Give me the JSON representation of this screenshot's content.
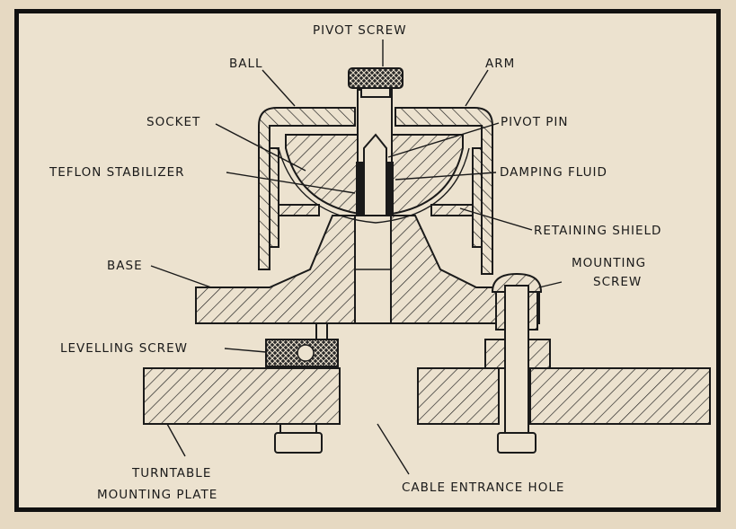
{
  "labels": {
    "pivot_screw": "PIVOT SCREW",
    "ball": "BALL",
    "arm": "ARM",
    "socket": "SOCKET",
    "pivot_pin": "PIVOT PIN",
    "teflon_stabilizer": "TEFLON STABILIZER",
    "damping_fluid": "DAMPING FLUID",
    "retaining_shield": "RETAINING SHIELD",
    "base": "BASE",
    "mounting_screw_1": "MOUNTING",
    "mounting_screw_2": "SCREW",
    "levelling_screw": "LEVELLING SCREW",
    "turntable_1": "TURNTABLE",
    "turntable_2": "MOUNTING PLATE",
    "cable_hole": "CABLE ENTRANCE HOLE"
  },
  "colors": {
    "background": "#ece2cf",
    "ink": "#1a1a1a"
  }
}
